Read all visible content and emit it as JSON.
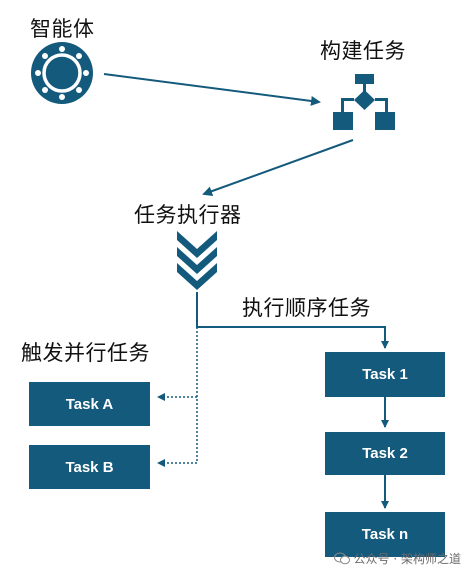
{
  "labels": {
    "agent": "智能体",
    "build_tasks": "构建任务",
    "task_executor": "任务执行器",
    "sequential": "执行顺序任务",
    "parallel": "触发并行任务"
  },
  "tasks": {
    "a": "Task A",
    "b": "Task B",
    "t1": "Task 1",
    "t2": "Task 2",
    "tn": "Task n"
  },
  "watermark": "公众号 · 架构师之道",
  "colors": {
    "primary": "#145a7c",
    "icon_dark": "#0e4a69"
  },
  "icons": {
    "agent": "gear-ring-icon",
    "build_tasks": "flowchart-icon",
    "executor": "chevrons-down-icon"
  }
}
